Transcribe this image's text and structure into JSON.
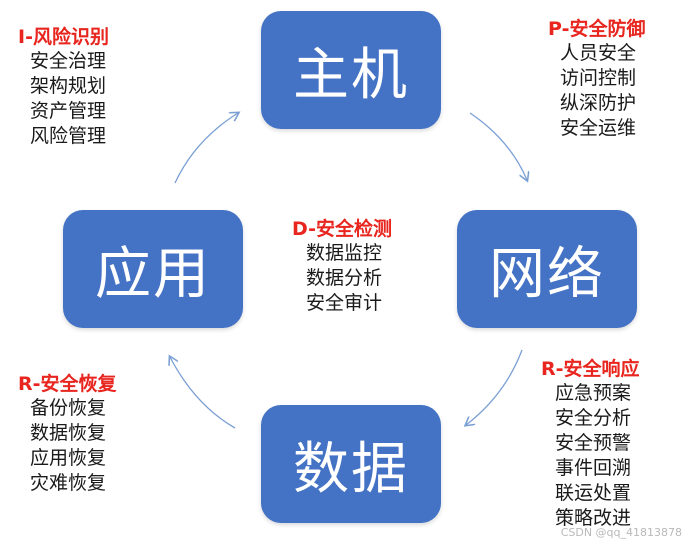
{
  "nodes": {
    "top": "主机",
    "right": "网络",
    "bottom": "数据",
    "left": "应用"
  },
  "blocks": {
    "identify": {
      "title": "I-风险识别",
      "items": [
        "安全治理",
        "架构规划",
        "资产管理",
        "风险管理"
      ]
    },
    "protect": {
      "title": "P-安全防御",
      "items": [
        "人员安全",
        "访问控制",
        "纵深防护",
        "安全运维"
      ]
    },
    "detect": {
      "title": "D-安全检测",
      "items": [
        "数据监控",
        "数据分析",
        "安全审计"
      ]
    },
    "respond": {
      "title": "R-安全响应",
      "items": [
        "应急预案",
        "安全分析",
        "安全预警",
        "事件回溯",
        "联运处置",
        "策略改进"
      ]
    },
    "recover": {
      "title": "R-安全恢复",
      "items": [
        "备份恢复",
        "数据恢复",
        "应用恢复",
        "灾难恢复"
      ]
    }
  },
  "watermark": "CSDN @qq_41813878",
  "colors": {
    "node_fill": "#4472c4",
    "title_text": "#e8251e",
    "arrow": "#7a9fd4"
  }
}
